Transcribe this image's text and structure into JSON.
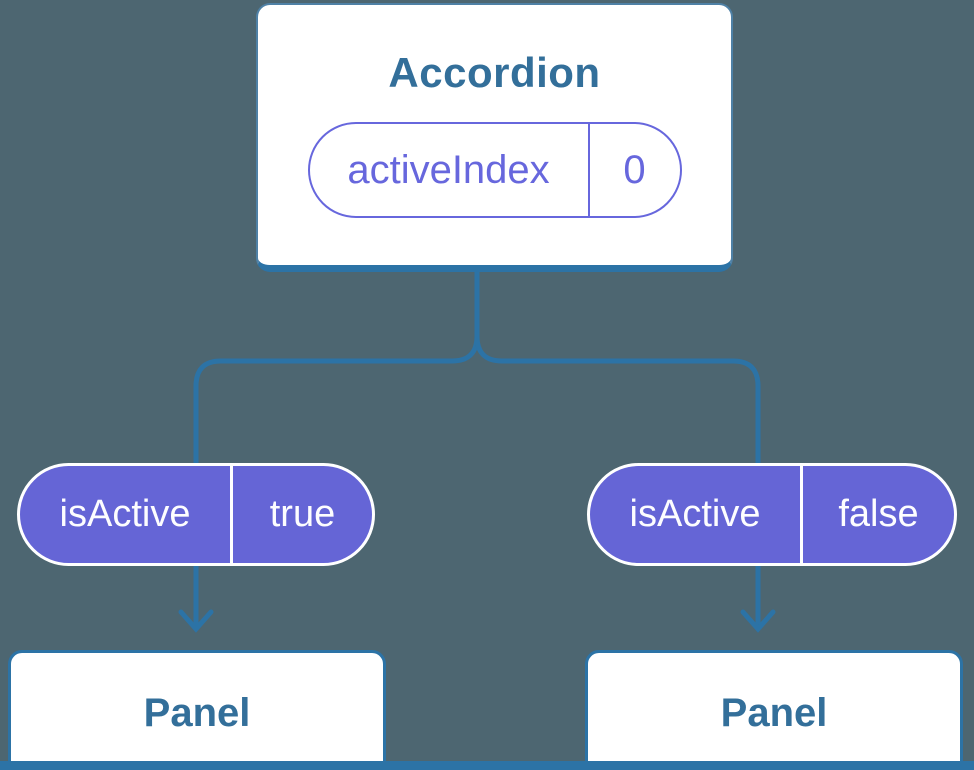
{
  "tree": {
    "root": {
      "title": "Accordion",
      "state": {
        "name": "activeIndex",
        "value": "0"
      }
    },
    "children": [
      {
        "prop": {
          "name": "isActive",
          "value": "true"
        },
        "panel_label": "Panel"
      },
      {
        "prop": {
          "name": "isActive",
          "value": "false"
        },
        "panel_label": "Panel"
      }
    ]
  },
  "colors": {
    "background": "#4d6671",
    "connector_blue": "#2c73a6",
    "heading_text": "#336f9a",
    "pill_purple_fill": "#6565d6",
    "pill_purple_outline": "#6767dd",
    "card_white": "#ffffff"
  }
}
